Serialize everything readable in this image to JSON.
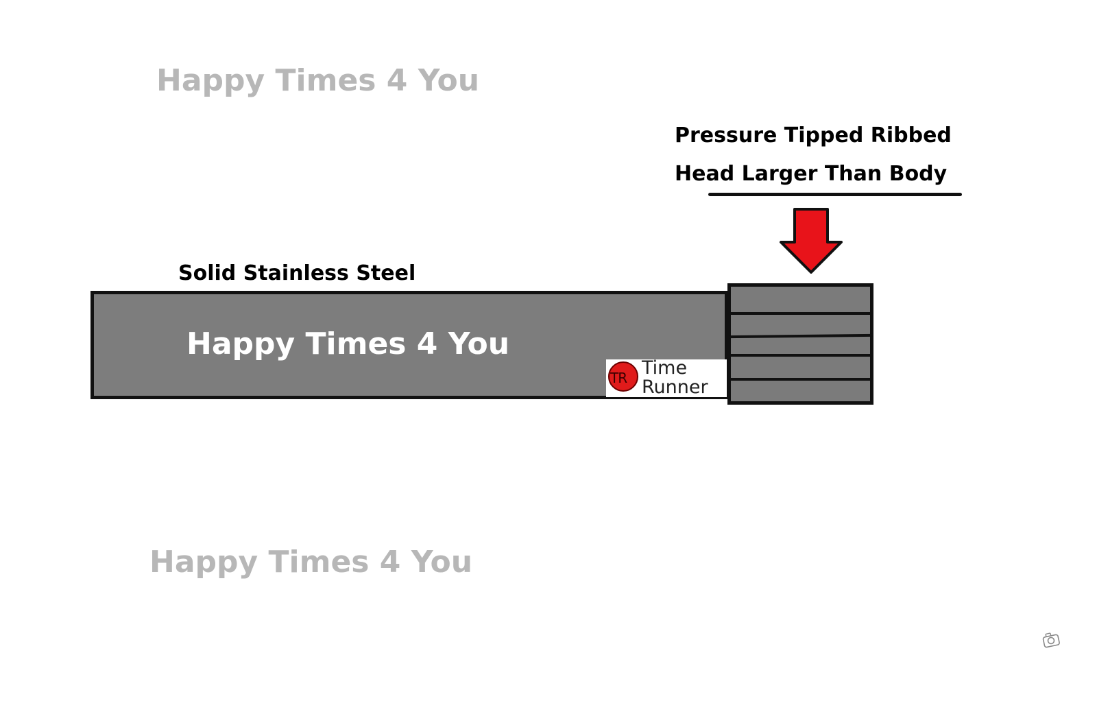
{
  "watermark": {
    "text": "Happy Times 4 You",
    "color": "#b7b7b7"
  },
  "labels": {
    "steel": "Solid Stainless Steel",
    "head_line_1": "Pressure Tipped Ribbed",
    "head_line_2": "Head Larger Than Body"
  },
  "shaft": {
    "text": "Happy Times 4 You",
    "text_color": "#ffffff",
    "fill": "#7d7d7d"
  },
  "logo": {
    "initials": "TR",
    "line_1": "Time",
    "line_2": "Runner"
  },
  "colors": {
    "arrow": "#e8131a",
    "outline": "#111111",
    "head_fill": "#7b7b7b"
  },
  "icons": {
    "arrow": "down-arrow-icon",
    "corner": "camera-icon"
  }
}
